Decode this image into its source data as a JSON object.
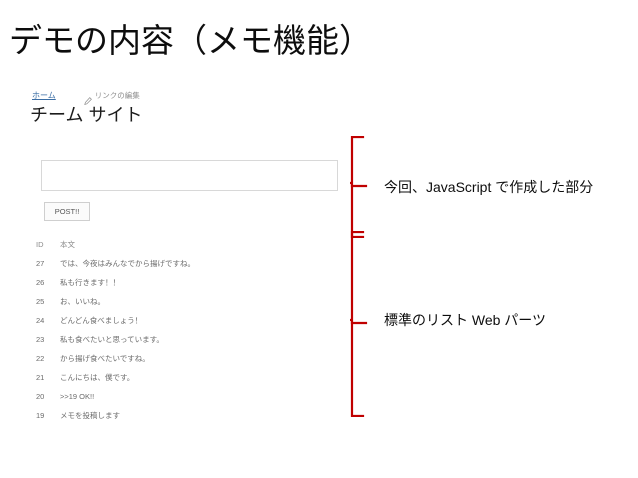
{
  "slide": {
    "title": "デモの内容（メモ機能）"
  },
  "site": {
    "breadcrumb_home": "ホーム",
    "edit_links_label": "リンクの編集",
    "edit_links_icon": "pencil-icon",
    "site_title": "チーム サイト"
  },
  "form": {
    "memo_value": "",
    "memo_placeholder": "",
    "post_button_label": "POST!!"
  },
  "list": {
    "columns": [
      "ID",
      "本文"
    ],
    "rows": [
      {
        "id": "27",
        "body": "では、今夜はみんなでから揚げですね。"
      },
      {
        "id": "26",
        "body": "私も行きます！！"
      },
      {
        "id": "25",
        "body": "お、いいね。"
      },
      {
        "id": "24",
        "body": "どんどん食べましょう！"
      },
      {
        "id": "23",
        "body": "私も食べたいと思っています。"
      },
      {
        "id": "22",
        "body": "から揚げ食べたいですね。"
      },
      {
        "id": "21",
        "body": "こんにちは、僕です。"
      },
      {
        "id": "20",
        "body": ">>19 OK!!"
      },
      {
        "id": "19",
        "body": "メモを投稿します"
      }
    ]
  },
  "annotations": {
    "javascript_part": "今回、JavaScript で作成した部分",
    "list_webpart": "標準のリスト Web パーツ",
    "brace_color": "#c00000"
  }
}
